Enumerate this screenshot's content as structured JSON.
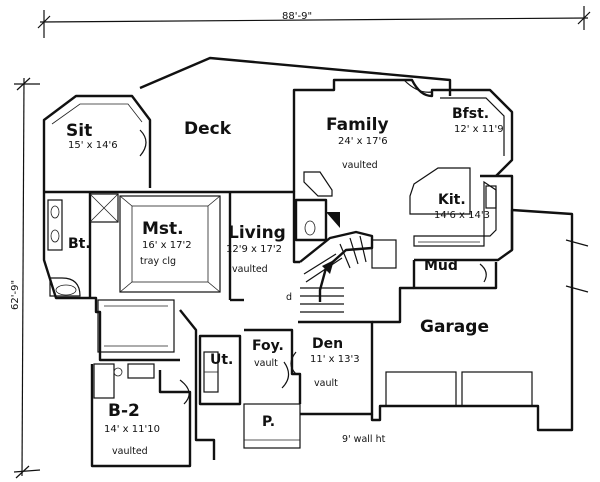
{
  "overall": {
    "width": "88'-9\"",
    "depth": "62'-9\""
  },
  "rooms": {
    "sit": {
      "name": "Sit",
      "size": "15' x 14'6"
    },
    "deck": {
      "name": "Deck"
    },
    "family": {
      "name": "Family",
      "size": "24' x 17'6",
      "note": "vaulted"
    },
    "bfst": {
      "name": "Bfst.",
      "size": "12' x 11'9"
    },
    "kit": {
      "name": "Kit.",
      "size": "14'6 x 14'3"
    },
    "mst": {
      "name": "Mst.",
      "size": "16' x 17'2",
      "note": "tray clg"
    },
    "bt": {
      "name": "Bt."
    },
    "living": {
      "name": "Living",
      "size": "12'9 x 17'2",
      "note": "vaulted"
    },
    "mud": {
      "name": "Mud"
    },
    "garage": {
      "name": "Garage"
    },
    "foy": {
      "name": "Foy.",
      "note": "vault"
    },
    "den": {
      "name": "Den",
      "size": "11' x 13'3",
      "note": "vault"
    },
    "ut": {
      "name": "Ut."
    },
    "b2": {
      "name": "B-2",
      "size": "14' x 11'10",
      "note": "vaulted"
    },
    "porch": {
      "name": "P."
    }
  },
  "notes": {
    "garage_wall": "9' wall ht",
    "stair_mark": "d"
  }
}
